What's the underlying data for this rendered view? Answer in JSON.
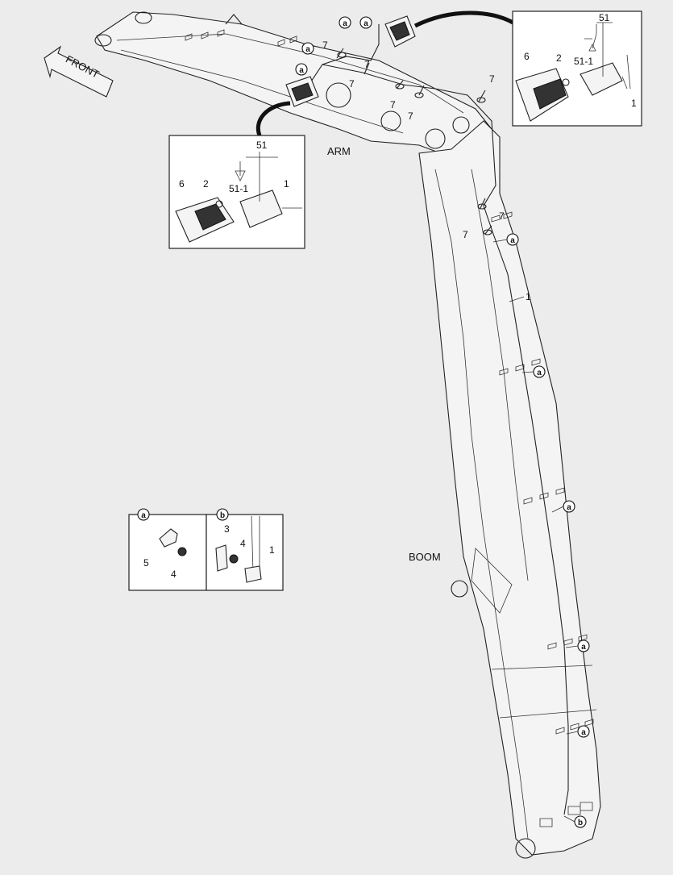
{
  "labels": {
    "front": "FRONT",
    "arm": "ARM",
    "boom": "BOOM"
  },
  "callouts": {
    "a": "a",
    "b": "b",
    "p1": "1",
    "p2": "2",
    "p3": "3",
    "p4": "4",
    "p5": "5",
    "p6": "6",
    "p7": "7",
    "p51": "51",
    "p51_1": "51-1"
  }
}
